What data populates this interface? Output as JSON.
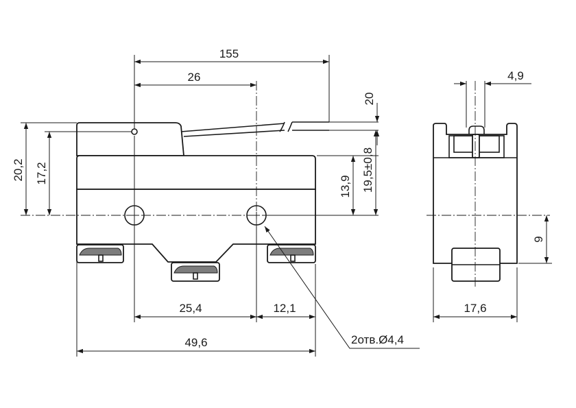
{
  "dimensions": {
    "lever_length": "155",
    "lever_pivot_offset": "26",
    "roller_gap": "20",
    "tab_width": "4,9",
    "total_height": "20,2",
    "pivot_height": "17,2",
    "hole_height": "13,9",
    "operating_position": "19,5±0,8",
    "side_hole_offset": "9",
    "hole_spacing": "25,4",
    "hole_to_edge": "12,1",
    "body_length": "49,6",
    "body_width": "17,6",
    "holes_callout": "2отв.Ø4,4"
  }
}
